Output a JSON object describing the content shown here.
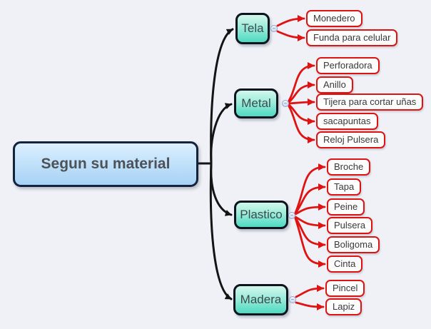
{
  "root": {
    "label": "Segun su material"
  },
  "branches": [
    {
      "label": "Tela",
      "leaves": [
        "Monedero",
        "Funda para celular"
      ]
    },
    {
      "label": "Metal",
      "leaves": [
        "Perforadora",
        "Anillo",
        "Tijera para cortar uñas",
        "sacapuntas",
        "Reloj Pulsera"
      ]
    },
    {
      "label": "Plastico",
      "leaves": [
        "Broche",
        "Tapa",
        "Peine",
        "Pulsera",
        "Boligoma",
        "Cinta"
      ]
    },
    {
      "label": "Madera",
      "leaves": [
        "Pincel",
        "Lapiz"
      ]
    }
  ],
  "icons": {
    "collapse_glyph": "−"
  },
  "colors": {
    "background": "#eff1f7",
    "root_fill_top": "#dceffe",
    "root_fill_bottom": "#a6d2f5",
    "branch_fill_top": "#d2f7ec",
    "branch_fill_bottom": "#4fd9c1",
    "node_border": "#0d141d",
    "root_border": "#15223c",
    "leaf_border": "#dc1414",
    "leaf_fill": "#fdfdfd",
    "connector_primary": "#141414",
    "connector_leaf": "#e01212",
    "text_root": "#4d5259",
    "text_branch": "#3c4a50",
    "text_leaf": "#3a3a3a"
  }
}
